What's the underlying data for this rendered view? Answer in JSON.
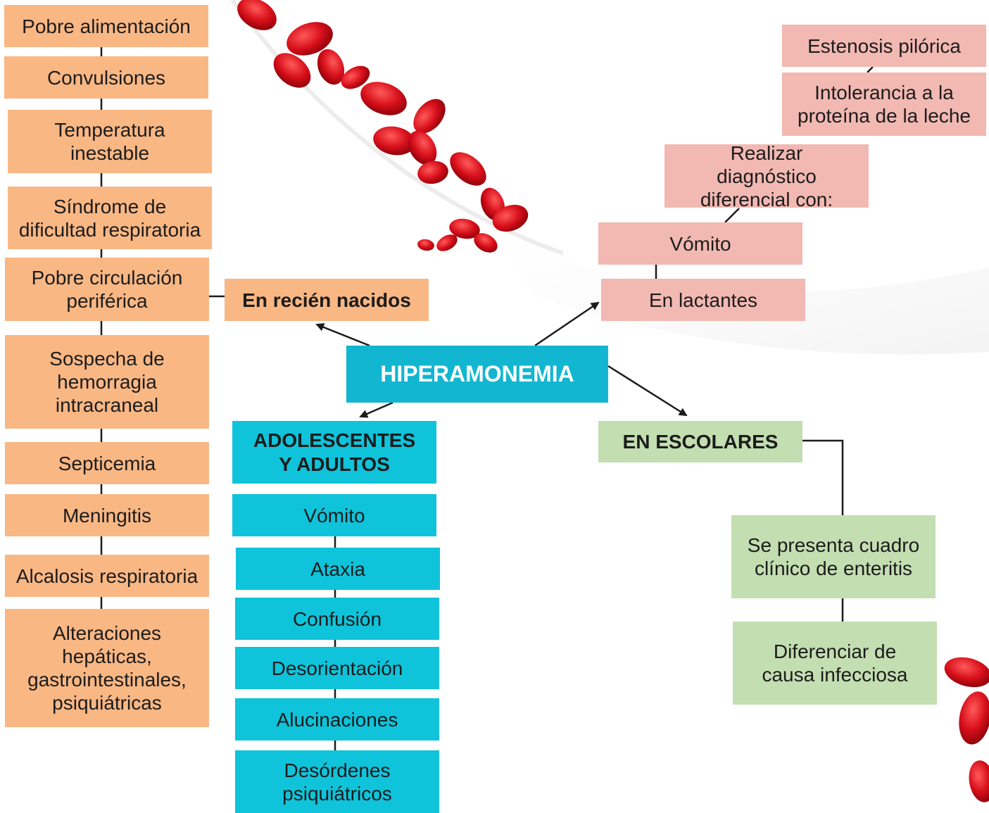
{
  "center": {
    "label": "HIPERAMONEMIA"
  },
  "newborns": {
    "title": "En recién nacidos",
    "items": [
      "Pobre alimentación",
      "Convulsiones",
      "Temperatura inestable",
      "Síndrome de dificultad respiratoria",
      "Pobre circulación periférica",
      "Sospecha de hemorragia intracraneal",
      "Septicemia",
      "Meningitis",
      "Alcalosis respiratoria",
      "Alteraciones hepáticas, gastrointestinales, psiquiátricas"
    ]
  },
  "infants": {
    "title": "En lactantes",
    "symptom": "Vómito",
    "differential_title": "Realizar diagnóstico diferencial con:",
    "differential_items": [
      "Intolerancia a la proteína de la leche",
      "Estenosis pilórica"
    ]
  },
  "adults": {
    "title": "ADOLESCENTES Y ADULTOS",
    "items": [
      "Vómito",
      "Ataxia",
      "Confusión",
      "Desorientación",
      "Alucinaciones",
      "Desórdenes psiquiátricos"
    ]
  },
  "school": {
    "title": "EN ESCOLARES",
    "items": [
      "Se presenta cuadro clínico de enteritis",
      "Diferenciar de causa infecciosa"
    ]
  },
  "colors": {
    "newborns": "#f9b784",
    "infants": "#f2b8b2",
    "adults": "#0fc3da",
    "school": "#c3deb1",
    "center": "#12b6d0",
    "blood_cells": "#d8101c"
  }
}
